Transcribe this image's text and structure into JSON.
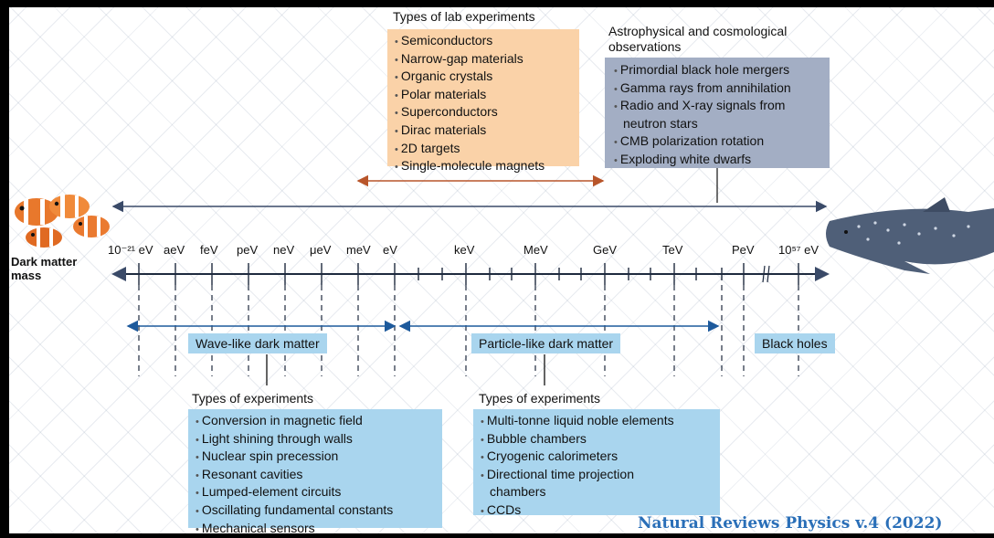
{
  "mass_label": "Dark matter mass",
  "scale_ticks": [
    "10⁻²¹ eV",
    "aeV",
    "feV",
    "peV",
    "neV",
    "μeV",
    "meV",
    "eV",
    "keV",
    "MeV",
    "GeV",
    "TeV",
    "PeV",
    "10⁵⁷ eV"
  ],
  "lab": {
    "title": "Types of lab experiments",
    "items": [
      "Semiconductors",
      "Narrow-gap materials",
      "Organic crystals",
      "Polar materials",
      "Superconductors",
      "Dirac materials",
      "2D targets",
      "Single-molecule magnets"
    ]
  },
  "astro": {
    "title_line1": "Astrophysical and cosmological",
    "title_line2": "observations",
    "items": [
      "Primordial black hole mergers",
      "Gamma rays from annihilation",
      "Radio and X-ray signals from",
      "neutron stars",
      "CMB polarization rotation",
      "Exploding white dwarfs"
    ]
  },
  "regimes": {
    "wave": "Wave-like dark matter",
    "particle": "Particle-like dark matter",
    "bh": "Black holes"
  },
  "wave_exp": {
    "title": "Types of experiments",
    "items": [
      "Conversion in magnetic field",
      "Light shining through walls",
      "Nuclear spin precession",
      "Resonant cavities",
      "Lumped-element circuits",
      "Oscillating fundamental constants",
      "Mechanical sensors"
    ]
  },
  "particle_exp": {
    "title": "Types of experiments",
    "items": [
      "Multi-tonne liquid noble elements",
      "Bubble chambers",
      "Cryogenic calorimeters",
      "Directional time projection",
      "chambers",
      "CCDs"
    ]
  },
  "credit": "Natural Reviews Physics v.4 (2022)",
  "colors": {
    "orange": "#fad2a8",
    "gray": "#a3aec4",
    "blue": "#a9d5ee",
    "arrow": "#3a4a68",
    "brown": "#b8552a",
    "navy": "#1d5a9c"
  }
}
